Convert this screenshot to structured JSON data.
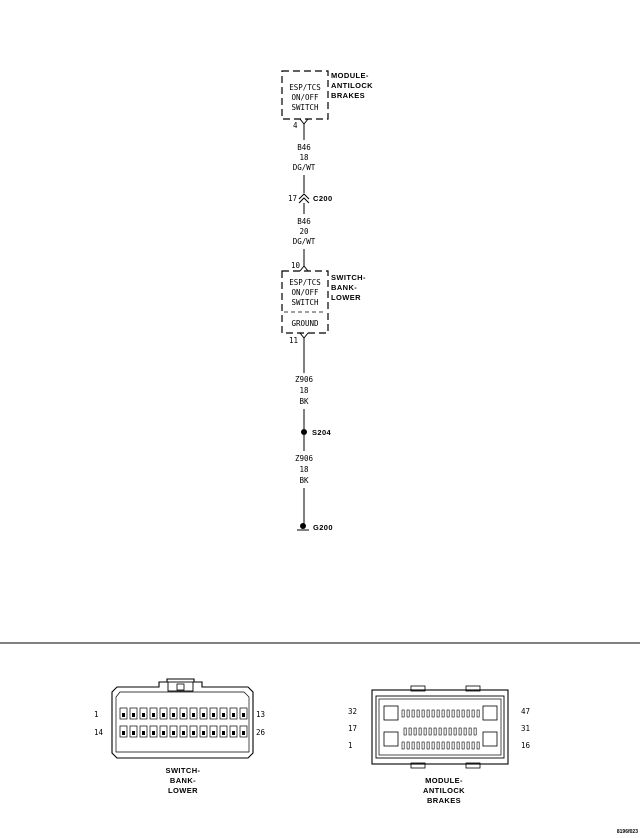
{
  "schematic": {
    "module_antilock": {
      "box_lines": [
        "ESP/TCS",
        "ON/OFF",
        "SWITCH"
      ],
      "name_lines": [
        "MODULE-",
        "ANTILOCK",
        "BRAKES"
      ],
      "pin": "4"
    },
    "wire1": {
      "lines": [
        "B46",
        "18",
        "DG/WT"
      ]
    },
    "c200": {
      "pin": "17",
      "name": "C200"
    },
    "wire2": {
      "lines": [
        "B46",
        "20",
        "DG/WT"
      ]
    },
    "switch_bank": {
      "pin_top": "10",
      "box_lines": [
        "ESP/TCS",
        "ON/OFF",
        "SWITCH"
      ],
      "ground_label": "GROUND",
      "name_lines": [
        "SWITCH-",
        "BANK-",
        "LOWER"
      ],
      "pin_bottom": "11"
    },
    "wire3": {
      "lines": [
        "Z906",
        "18",
        "BK"
      ]
    },
    "s204": {
      "name": "S204"
    },
    "wire4": {
      "lines": [
        "Z906",
        "18",
        "BK"
      ]
    },
    "g200": {
      "name": "G200"
    }
  },
  "connectors": {
    "switch_bank": {
      "pin_labels": {
        "top_left": "1",
        "bottom_left": "14",
        "top_right": "13",
        "bottom_right": "26"
      },
      "caption_lines": [
        "SWITCH-",
        "BANK-",
        "LOWER"
      ]
    },
    "module_antilock": {
      "pin_labels": {
        "left_top": "32",
        "left_mid": "17",
        "left_bottom": "1",
        "right_top": "47",
        "right_mid": "31",
        "right_bottom": "16"
      },
      "caption_lines": [
        "MODULE-",
        "ANTILOCK",
        "BRAKES"
      ]
    }
  },
  "figure_code": "8196f023"
}
